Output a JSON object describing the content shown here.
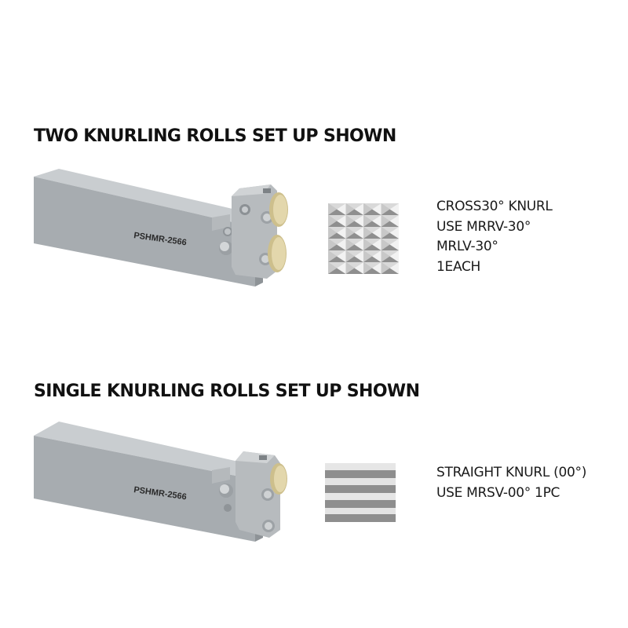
{
  "sections": [
    {
      "heading": "TWO KNURLING ROLLS SET UP SHOWN",
      "tool": {
        "model_label": "PSHMR-2566",
        "rolls": 2,
        "icon": "knurling-tool-two-rolls"
      },
      "pattern": {
        "type": "cross-30-degree",
        "icon": "cross-knurl-pattern"
      },
      "description": [
        "CROSS30° KNURL",
        "USE MRRV-30°",
        "MRLV-30°",
        "1EACH"
      ]
    },
    {
      "heading": "SINGLE KNURLING ROLLS SET UP SHOWN",
      "tool": {
        "model_label": "PSHMR-2566",
        "rolls": 1,
        "icon": "knurling-tool-single-roll"
      },
      "pattern": {
        "type": "straight-00-degree",
        "icon": "straight-knurl-pattern"
      },
      "description": [
        "STRAIGHT KNURL (00°)",
        "USE MRSV-00° 1PC"
      ]
    }
  ],
  "colors": {
    "steel_light": "#c4c8cb",
    "steel_mid": "#a6abaf",
    "steel_dark": "#8a8f93",
    "brass": "#d8cb9c",
    "text": "#111111"
  }
}
